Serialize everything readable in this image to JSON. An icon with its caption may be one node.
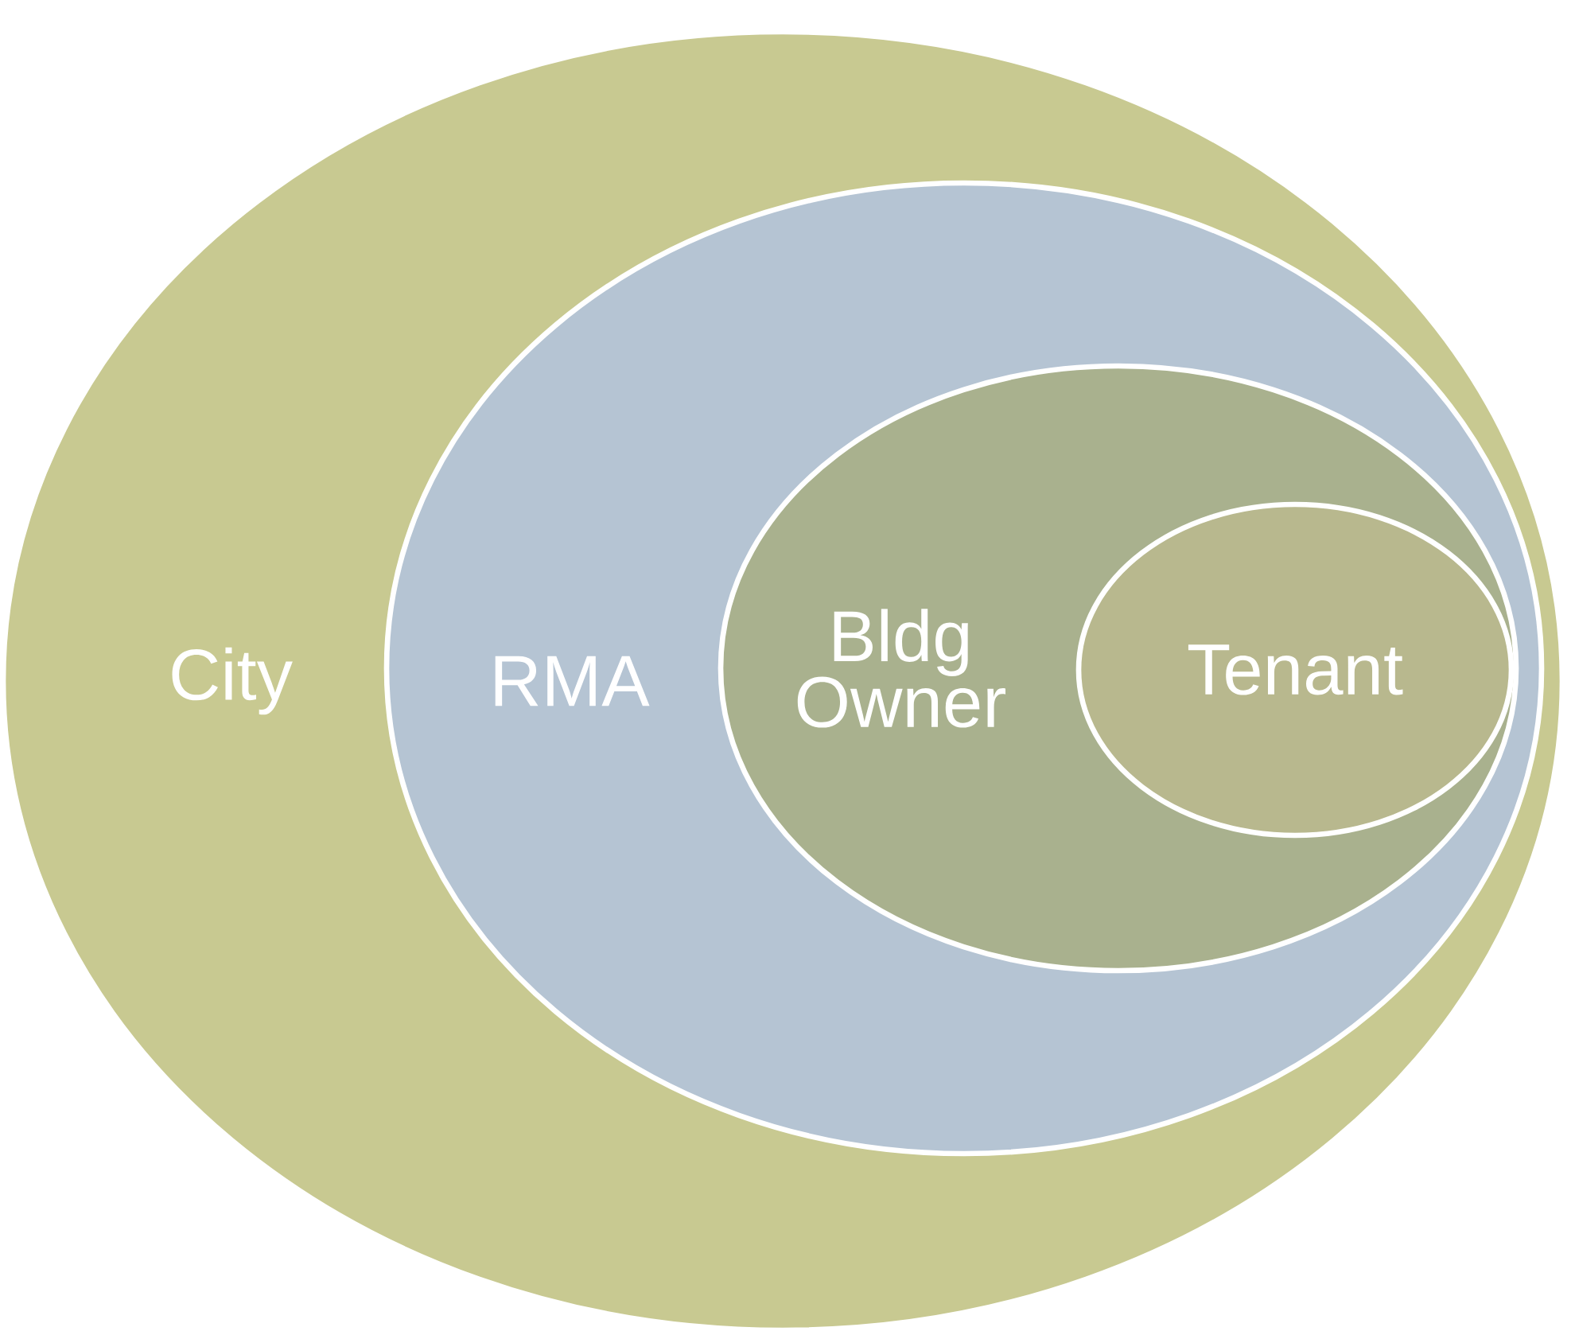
{
  "diagram": {
    "nodes": [
      {
        "text": [
          "City"
        ]
      },
      {
        "text": [
          "RMA"
        ],
        "in": 0
      },
      {
        "text": [
          "Bldg Owner"
        ],
        "in": 1
      },
      {
        "text": [
          "Tenant"
        ],
        "in": 2
      }
    ]
  }
}
